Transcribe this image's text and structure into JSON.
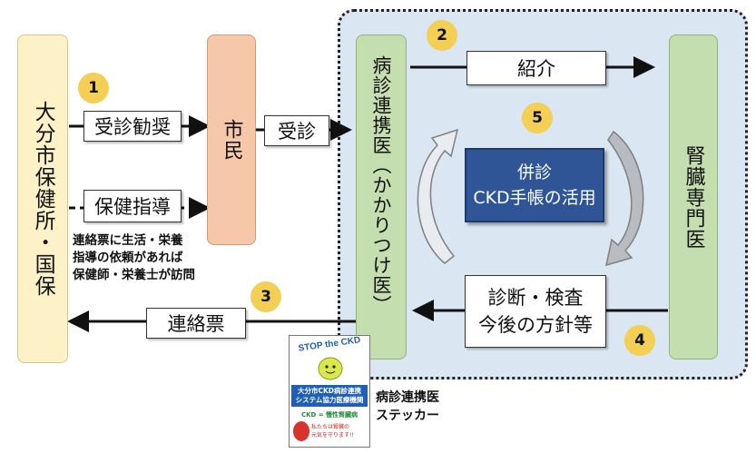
{
  "nodes": {
    "health_center": "大分市保健所・国保",
    "citizen": "市民",
    "cooperating_doctor": "病診連携医（かかりつけ医）",
    "kidney_specialist": "腎臓専門医"
  },
  "labels": {
    "recommend": "受診勧奨",
    "health_guidance": "保健指導",
    "visit": "受診",
    "referral": "紹介",
    "contact_form": "連絡票",
    "diagnosis_line1": "診断・検査",
    "diagnosis_line2": "今後の方針等"
  },
  "note": {
    "line1": "連絡票に生活・栄養",
    "line2": "指導の依頼があれば",
    "line3": "保健師・栄養士が訪問"
  },
  "center": {
    "line1": "併診",
    "line2": "CKD手帳の活用"
  },
  "steps": [
    "1",
    "2",
    "3",
    "4",
    "5"
  ],
  "sticker": {
    "title": "STOP the CKD",
    "line1": "大分市CKD病診連携",
    "line2": "システム協力医療機関",
    "line3": "CKD = 慢性腎臓病",
    "line4": "私たちは腎臓の",
    "line5": "元気を守ります!!"
  },
  "caption": {
    "line1": "病診連携医",
    "line2": "ステッカー"
  },
  "colors": {
    "health_center_fill": "#fdf1c8",
    "citizen_fill": "#f6c8a9",
    "doctor_fill": "#c5deaf",
    "region_fill": "#dbe6f3",
    "center_fill": "#2f5597",
    "step_circle": "#f3cf55"
  }
}
